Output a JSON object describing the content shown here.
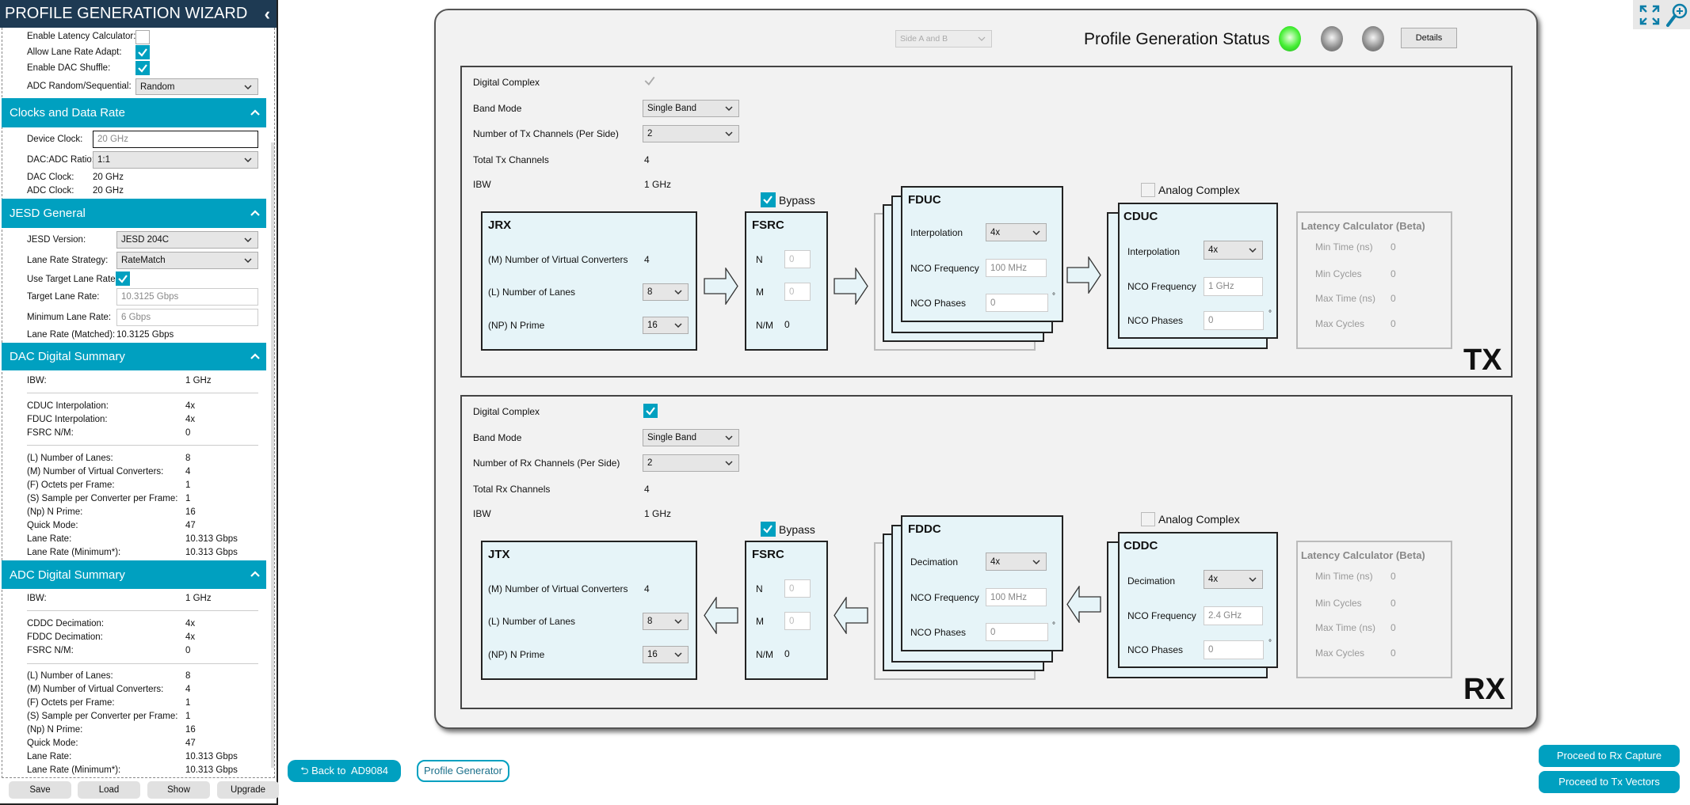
{
  "sidebar": {
    "title": "PROFILE GENERATION WIZARD",
    "options": {
      "latency_label": "Enable Latency Calculator:",
      "latency_checked": false,
      "lane_adapt_label": "Allow Lane Rate Adapt:",
      "lane_adapt_checked": true,
      "dac_shuffle_label": "Enable DAC Shuffle:",
      "dac_shuffle_checked": true,
      "adc_rs_label": "ADC Random/Sequential:",
      "adc_rs_value": "Random"
    },
    "clocks": {
      "header": "Clocks and Data Rate",
      "device_clock_label": "Device Clock:",
      "device_clock_value": "20 GHz",
      "ratio_label": "DAC:ADC Ratio:",
      "ratio_value": "1:1",
      "dac_clock_label": "DAC Clock:",
      "dac_clock_value": "20 GHz",
      "adc_clock_label": "ADC Clock:",
      "adc_clock_value": "20 GHz"
    },
    "jesd": {
      "header": "JESD General",
      "version_label": "JESD Version:",
      "version_value": "JESD 204C",
      "strategy_label": "Lane Rate Strategy:",
      "strategy_value": "RateMatch",
      "use_target_label": "Use Target Lane Rate:",
      "use_target_checked": true,
      "target_label": "Target Lane Rate:",
      "target_value": "10.3125 Gbps",
      "min_label": "Minimum Lane Rate:",
      "min_value": "6 Gbps",
      "matched_label": "Lane Rate (Matched):",
      "matched_value": "10.3125 Gbps"
    },
    "dac_summary": {
      "header": "DAC Digital Summary",
      "groups": [
        [
          {
            "label": "IBW:",
            "value": "1 GHz"
          }
        ],
        [
          {
            "label": "CDUC Interpolation:",
            "value": "4x"
          },
          {
            "label": "FDUC Interpolation:",
            "value": "4x"
          },
          {
            "label": "FSRC N/M:",
            "value": "0"
          }
        ],
        [
          {
            "label": "(L) Number of Lanes:",
            "value": "8"
          },
          {
            "label": "(M) Number of Virtual Converters:",
            "value": "4"
          },
          {
            "label": "(F) Octets per Frame:",
            "value": "1"
          },
          {
            "label": "(S) Sample per Converter per Frame:",
            "value": "1"
          },
          {
            "label": "(Np) N Prime:",
            "value": "16"
          },
          {
            "label": "Quick Mode:",
            "value": "47"
          },
          {
            "label": "Lane Rate:",
            "value": "10.313 Gbps"
          },
          {
            "label": "Lane Rate (Minimum*):",
            "value": "10.313 Gbps"
          }
        ]
      ]
    },
    "adc_summary": {
      "header": "ADC Digital Summary",
      "groups": [
        [
          {
            "label": "IBW:",
            "value": "1 GHz"
          }
        ],
        [
          {
            "label": "CDDC Decimation:",
            "value": "4x"
          },
          {
            "label": "FDDC Decimation:",
            "value": "4x"
          },
          {
            "label": "FSRC N/M:",
            "value": "0"
          }
        ],
        [
          {
            "label": "(L) Number of Lanes:",
            "value": "8"
          },
          {
            "label": "(M) Number of Virtual Converters:",
            "value": "4"
          },
          {
            "label": "(F) Octets per Frame:",
            "value": "1"
          },
          {
            "label": "(S) Sample per Converter per Frame:",
            "value": "1"
          },
          {
            "label": "(Np) N Prime:",
            "value": "16"
          },
          {
            "label": "Quick Mode:",
            "value": "47"
          },
          {
            "label": "Lane Rate:",
            "value": "10.313 Gbps"
          },
          {
            "label": "Lane Rate (Minimum*):",
            "value": "10.313 Gbps"
          }
        ]
      ]
    },
    "buttons": {
      "save": "Save",
      "load": "Load",
      "show": "Show",
      "upgrade": "Upgrade"
    }
  },
  "main": {
    "side_select": "Side A and B",
    "status_label": "Profile Generation Status",
    "status_leds": [
      {
        "state": "green",
        "color": "#44ee33"
      },
      {
        "state": "off",
        "color": "#888888"
      },
      {
        "state": "off",
        "color": "#888888"
      }
    ],
    "details_label": "Details",
    "tx": {
      "digital_complex_label": "Digital Complex",
      "digital_complex_checked": true,
      "digital_complex_enabled": false,
      "band_mode_label": "Band Mode",
      "band_mode_value": "Single Band",
      "channels_label": "Number of Tx Channels (Per Side)",
      "channels_value": "2",
      "total_label": "Total Tx Channels",
      "total_value": "4",
      "ibw_label": "IBW",
      "ibw_value": "1 GHz",
      "bypass_label": "Bypass",
      "bypass_checked": true,
      "jesd": {
        "title": "JRX",
        "m_label": "(M) Number of Virtual Converters",
        "m_value": "4",
        "l_label": "(L) Number of Lanes",
        "l_value": "8",
        "np_label": "(NP) N Prime",
        "np_value": "16"
      },
      "fsrc": {
        "title": "FSRC",
        "n_label": "N",
        "n_value": "0",
        "m_label": "M",
        "m_value": "0",
        "nm_label": "N/M",
        "nm_value": "0"
      },
      "fine": {
        "title": "FDUC",
        "rate_label": "Interpolation",
        "rate_value": "4x",
        "nco_freq_label": "NCO Frequency",
        "nco_freq_value": "100 MHz",
        "nco_phase_label": "NCO Phases",
        "nco_phase_value": "0",
        "unit": "°"
      },
      "analog_complex_label": "Analog Complex",
      "analog_complex_checked": false,
      "coarse": {
        "title": "CDUC",
        "rate_label": "Interpolation",
        "rate_value": "4x",
        "nco_freq_label": "NCO Frequency",
        "nco_freq_value": "1 GHz",
        "nco_phase_label": "NCO Phases",
        "nco_phase_value": "0",
        "unit": "°"
      },
      "latency": {
        "title": "Latency Calculator (Beta)",
        "rows": [
          {
            "label": "Min Time (ns)",
            "value": "0"
          },
          {
            "label": "Min Cycles",
            "value": "0"
          },
          {
            "label": "Max Time (ns)",
            "value": "0"
          },
          {
            "label": "Max Cycles",
            "value": "0"
          }
        ]
      },
      "label": "TX"
    },
    "rx": {
      "digital_complex_label": "Digital Complex",
      "digital_complex_checked": true,
      "digital_complex_enabled": true,
      "band_mode_label": "Band Mode",
      "band_mode_value": "Single Band",
      "channels_label": "Number of Rx Channels (Per Side)",
      "channels_value": "2",
      "total_label": "Total Rx Channels",
      "total_value": "4",
      "ibw_label": "IBW",
      "ibw_value": "1 GHz",
      "bypass_label": "Bypass",
      "bypass_checked": true,
      "jesd": {
        "title": "JTX",
        "m_label": "(M) Number of Virtual Converters",
        "m_value": "4",
        "l_label": "(L) Number of Lanes",
        "l_value": "8",
        "np_label": "(NP) N Prime",
        "np_value": "16"
      },
      "fsrc": {
        "title": "FSRC",
        "n_label": "N",
        "n_value": "0",
        "m_label": "M",
        "m_value": "0",
        "nm_label": "N/M",
        "nm_value": "0"
      },
      "fine": {
        "title": "FDDC",
        "rate_label": "Decimation",
        "rate_value": "4x",
        "nco_freq_label": "NCO Frequency",
        "nco_freq_value": "100 MHz",
        "nco_phase_label": "NCO Phases",
        "nco_phase_value": "0",
        "unit": "°"
      },
      "analog_complex_label": "Analog Complex",
      "analog_complex_checked": false,
      "coarse": {
        "title": "CDDC",
        "rate_label": "Decimation",
        "rate_value": "4x",
        "nco_freq_label": "NCO Frequency",
        "nco_freq_value": "2.4 GHz",
        "nco_phase_label": "NCO Phases",
        "nco_phase_value": "0",
        "unit": "°"
      },
      "latency": {
        "title": "Latency Calculator (Beta)",
        "rows": [
          {
            "label": "Min Time (ns)",
            "value": "0"
          },
          {
            "label": "Min Cycles",
            "value": "0"
          },
          {
            "label": "Max Time (ns)",
            "value": "0"
          },
          {
            "label": "Max Cycles",
            "value": "0"
          }
        ]
      },
      "label": "RX"
    }
  },
  "footer": {
    "back_label": "Back to  AD9084",
    "profile_generator_label": "Profile Generator",
    "rx_capture_label": "Proceed to Rx Capture",
    "tx_vectors_label": "Proceed to Tx Vectors"
  },
  "colors": {
    "accent": "#00a0c0",
    "header": "#1e3a53",
    "block_fill": "#e6f4f8"
  }
}
